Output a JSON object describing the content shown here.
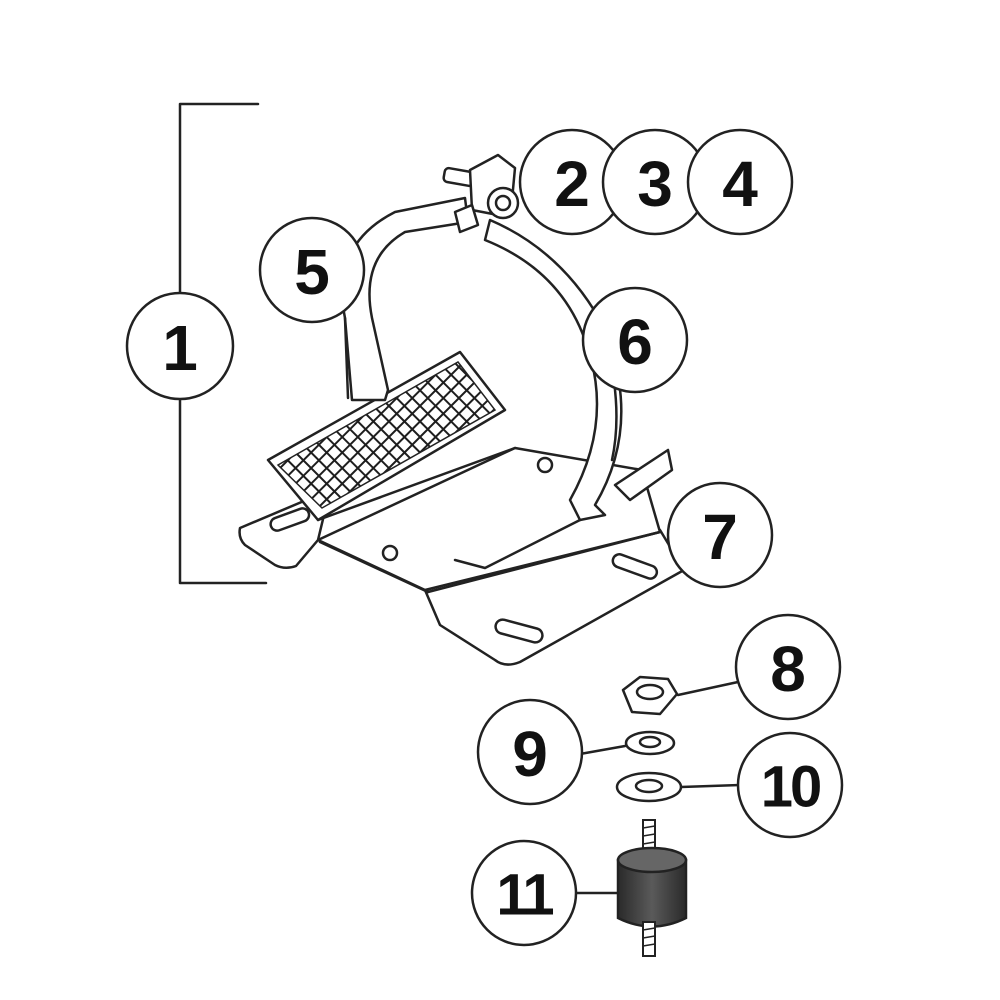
{
  "diagram": {
    "callouts": [
      {
        "id": "c1",
        "label": "1"
      },
      {
        "id": "c2",
        "label": "2"
      },
      {
        "id": "c3",
        "label": "3"
      },
      {
        "id": "c4",
        "label": "4"
      },
      {
        "id": "c5",
        "label": "5"
      },
      {
        "id": "c6",
        "label": "6"
      },
      {
        "id": "c7",
        "label": "7"
      },
      {
        "id": "c8",
        "label": "8"
      },
      {
        "id": "c9",
        "label": "9"
      },
      {
        "id": "c10",
        "label": "10"
      },
      {
        "id": "c11",
        "label": "11"
      }
    ],
    "colors": {
      "stroke": "#222222",
      "background": "#ffffff",
      "rubber": "#3a3a3a",
      "mesh": "#1e1e1e"
    }
  }
}
